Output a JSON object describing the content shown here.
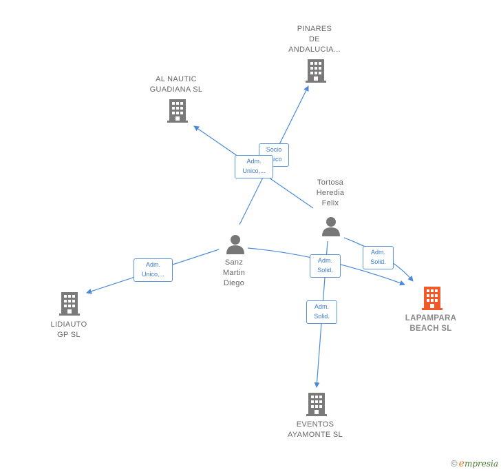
{
  "colors": {
    "edge": "#4a8ad8",
    "company": "#7a7a7a",
    "company_main": "#f05a28",
    "person": "#777777"
  },
  "companies": [
    {
      "id": "pinares",
      "label": "PINARES\nDE\nANDALUCIA...",
      "icon": "building-icon"
    },
    {
      "id": "nautic",
      "label": "AL NAUTIC\nGUADIANA  SL",
      "icon": "building-icon"
    },
    {
      "id": "lidiauto",
      "label": "LIDIAUTO\nGP  SL",
      "icon": "building-icon"
    },
    {
      "id": "lapampara",
      "label": "LAPAMPARA\nBEACH  SL",
      "icon": "building-icon",
      "main": true
    },
    {
      "id": "eventos",
      "label": "EVENTOS\nAYAMONTE SL",
      "icon": "building-icon"
    }
  ],
  "people": [
    {
      "id": "tortosa",
      "label": "Tortosa\nHeredia\nFelix",
      "icon": "person-icon"
    },
    {
      "id": "sanz",
      "label": "Sanz\nMartin\nDiego",
      "icon": "person-icon"
    }
  ],
  "edge_labels": [
    {
      "id": "socio",
      "text": "Socio\nÚnico"
    },
    {
      "id": "adm-nautic",
      "text": "Adm.\nUnico,..."
    },
    {
      "id": "adm-lidiauto",
      "text": "Adm.\nUnico,..."
    },
    {
      "id": "adm-solid-tortosa",
      "text": "Adm.\nSolid."
    },
    {
      "id": "adm-solid-sanz",
      "text": "Adm.\nSolid."
    },
    {
      "id": "adm-solid-eventos",
      "text": "Adm.\nSolid."
    }
  ],
  "brand": {
    "copyright": "©",
    "e": "e",
    "rest": "mpresia"
  }
}
